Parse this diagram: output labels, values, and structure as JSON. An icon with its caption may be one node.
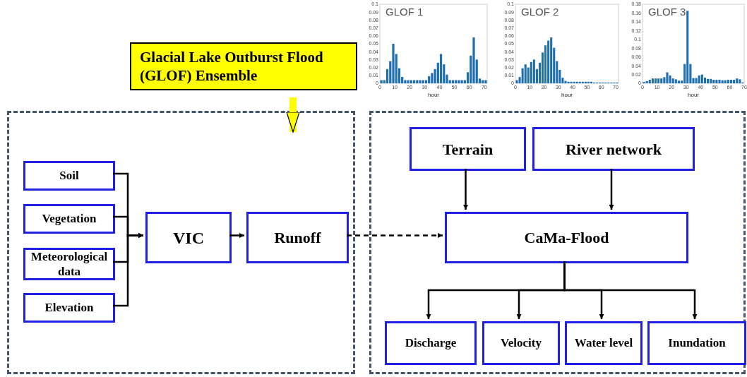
{
  "diagram": {
    "nodes": [
      {
        "text": [],
        "shape": "box"
      },
      {
        "text": [],
        "shape": "box"
      },
      {
        "text": [
          "Glacial Lake Outburst Flood (GLOF) Ensemble"
        ]
      },
      {
        "text": [
          "Soil"
        ],
        "in": 0
      },
      {
        "text": [
          "Vegetation"
        ],
        "in": 0
      },
      {
        "text": [
          "Meteorological data"
        ],
        "in": 0
      },
      {
        "text": [
          "Elevation"
        ],
        "in": 0
      },
      {
        "text": [
          "VIC"
        ],
        "in": 0
      },
      {
        "text": [
          "Runoff"
        ],
        "in": 0
      },
      {
        "text": [
          "Terrain"
        ],
        "in": 1
      },
      {
        "text": [
          "River network"
        ],
        "in": 1
      },
      {
        "text": [
          "CaMa-Flood"
        ],
        "in": 1
      },
      {
        "text": [
          "Discharge"
        ],
        "in": 1
      },
      {
        "text": [
          "Velocity"
        ],
        "in": 1
      },
      {
        "text": [
          "Water level"
        ],
        "in": 1
      },
      {
        "text": [
          "Inundation"
        ],
        "in": 1
      }
    ],
    "edges": [
      {
        "from": 2,
        "to": 0,
        "arrow": "to",
        "style": "thick",
        "color": "#ffff00"
      },
      {
        "from": 3,
        "to": 7,
        "arrow": "to"
      },
      {
        "from": 4,
        "to": 7,
        "arrow": "to"
      },
      {
        "from": 5,
        "to": 7,
        "arrow": "to"
      },
      {
        "from": 6,
        "to": 7,
        "arrow": "to"
      },
      {
        "from": 7,
        "to": 8,
        "arrow": "to"
      },
      {
        "from": 8,
        "to": 11,
        "arrow": "to",
        "style": "dashed"
      },
      {
        "from": 9,
        "to": 11,
        "arrow": "to"
      },
      {
        "from": 10,
        "to": 11,
        "arrow": "to"
      },
      {
        "from": 11,
        "to": 12,
        "arrow": "to"
      },
      {
        "from": 11,
        "to": 13,
        "arrow": "to"
      },
      {
        "from": 11,
        "to": 14,
        "arrow": "to"
      },
      {
        "from": 11,
        "to": 15,
        "arrow": "to"
      }
    ],
    "chart_data": [
      {
        "type": "bar",
        "title": "GLOF 1",
        "xlabel": "hour",
        "xlim": [
          0,
          72
        ],
        "ylim": [
          0,
          0.1
        ],
        "xticks": [
          0,
          10,
          20,
          30,
          40,
          50,
          60,
          70
        ],
        "yticks": [
          0,
          0.01,
          0.02,
          0.03,
          0.04,
          0.05,
          0.06,
          0.07,
          0.08,
          0.09,
          0.1
        ],
        "x": [
          0,
          2,
          4,
          6,
          8,
          10,
          12,
          14,
          16,
          18,
          20,
          22,
          24,
          26,
          28,
          30,
          32,
          34,
          36,
          38,
          40,
          42,
          44,
          46,
          48,
          50,
          52,
          54,
          56,
          58,
          60,
          62,
          64,
          66,
          68,
          70
        ],
        "values": [
          0.004,
          0.004,
          0.018,
          0.028,
          0.05,
          0.037,
          0.019,
          0.008,
          0.004,
          0.004,
          0.004,
          0.004,
          0.004,
          0.004,
          0.004,
          0.004,
          0.009,
          0.013,
          0.018,
          0.026,
          0.037,
          0.024,
          0.011,
          0.004,
          0.004,
          0.004,
          0.004,
          0.004,
          0.004,
          0.014,
          0.035,
          0.058,
          0.03,
          0.006,
          0.004,
          0.004
        ]
      },
      {
        "type": "bar",
        "title": "GLOF 2",
        "xlabel": "hour",
        "xlim": [
          0,
          72
        ],
        "ylim": [
          0,
          0.1
        ],
        "xticks": [
          0,
          10,
          20,
          30,
          40,
          50,
          60,
          70
        ],
        "yticks": [
          0,
          0.01,
          0.02,
          0.03,
          0.04,
          0.05,
          0.06,
          0.07,
          0.08,
          0.09,
          0.1
        ],
        "x": [
          0,
          2,
          4,
          6,
          8,
          10,
          12,
          14,
          16,
          18,
          20,
          22,
          24,
          26,
          28,
          30,
          32,
          34,
          36,
          38,
          40,
          42,
          44,
          46,
          48,
          50,
          52,
          54,
          56,
          58,
          60,
          62,
          64,
          66,
          68,
          70
        ],
        "values": [
          0.004,
          0.008,
          0.019,
          0.024,
          0.02,
          0.027,
          0.03,
          0.018,
          0.026,
          0.039,
          0.048,
          0.054,
          0.058,
          0.045,
          0.028,
          0.017,
          0.007,
          0.003,
          0.002,
          0.002,
          0.002,
          0.002,
          0.002,
          0.002,
          0.002,
          0.002,
          0.002,
          0.001,
          0.001,
          0.001,
          0.001,
          0.001,
          0.001,
          0.001,
          0.001,
          0.001
        ]
      },
      {
        "type": "bar",
        "title": "GLOF 3",
        "xlabel": "hour",
        "xlim": [
          0,
          70
        ],
        "ylim": [
          0,
          0.18
        ],
        "xticks": [
          0,
          10,
          20,
          30,
          40,
          50,
          60,
          70
        ],
        "yticks": [
          0,
          0.02,
          0.04,
          0.06,
          0.08,
          0.1,
          0.12,
          0.14,
          0.16,
          0.18
        ],
        "x": [
          0,
          2,
          4,
          6,
          8,
          10,
          12,
          14,
          16,
          18,
          20,
          22,
          24,
          26,
          28,
          30,
          32,
          34,
          36,
          38,
          40,
          42,
          44,
          46,
          48,
          50,
          52,
          54,
          56,
          58,
          60,
          62,
          64,
          66,
          68
        ],
        "values": [
          0.003,
          0.005,
          0.008,
          0.011,
          0.011,
          0.011,
          0.011,
          0.014,
          0.025,
          0.018,
          0.011,
          0.009,
          0.006,
          0.006,
          0.044,
          0.165,
          0.044,
          0.012,
          0.012,
          0.018,
          0.02,
          0.013,
          0.01,
          0.01,
          0.008,
          0.008,
          0.008,
          0.007,
          0.007,
          0.008,
          0.008,
          0.008,
          0.011,
          0.009,
          0.002
        ]
      }
    ]
  }
}
